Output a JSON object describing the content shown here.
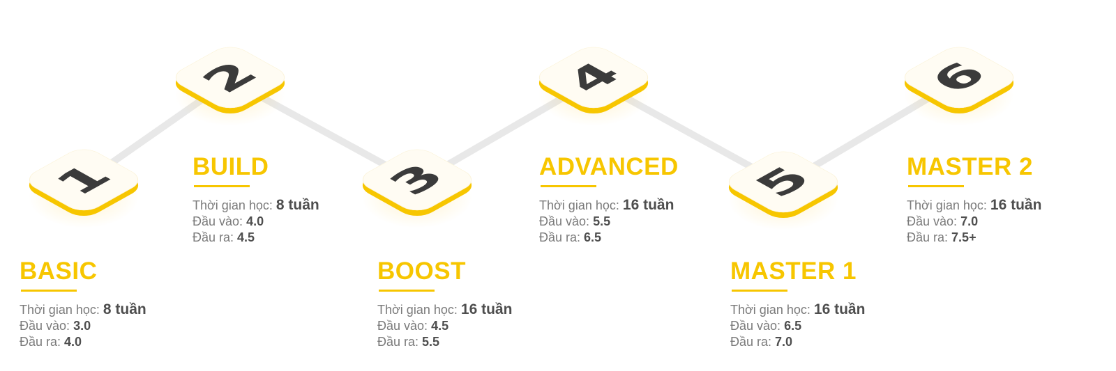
{
  "labels": {
    "duration": "Thời gian học:",
    "input": "Đầu vào:",
    "output": "Đầu ra:"
  },
  "stages": [
    {
      "number": "1",
      "name": "BASIC",
      "duration": "8 tuần",
      "input": "3.0",
      "output": "4.0"
    },
    {
      "number": "2",
      "name": "BUILD",
      "duration": "8 tuần",
      "input": "4.0",
      "output": "4.5"
    },
    {
      "number": "3",
      "name": "BOOST",
      "duration": "16 tuần",
      "input": "4.5",
      "output": "5.5"
    },
    {
      "number": "4",
      "name": "ADVANCED",
      "duration": "16 tuần",
      "input": "5.5",
      "output": "6.5"
    },
    {
      "number": "5",
      "name": "MASTER 1",
      "duration": "16 tuần",
      "input": "6.5",
      "output": "7.0"
    },
    {
      "number": "6",
      "name": "MASTER 2",
      "duration": "16 tuần",
      "input": "7.0",
      "output": "7.5+"
    }
  ],
  "colors": {
    "accent": "#f7c600",
    "line": "#e6e6e6",
    "text": "#7a7a7a",
    "value": "#4e4e4e"
  }
}
